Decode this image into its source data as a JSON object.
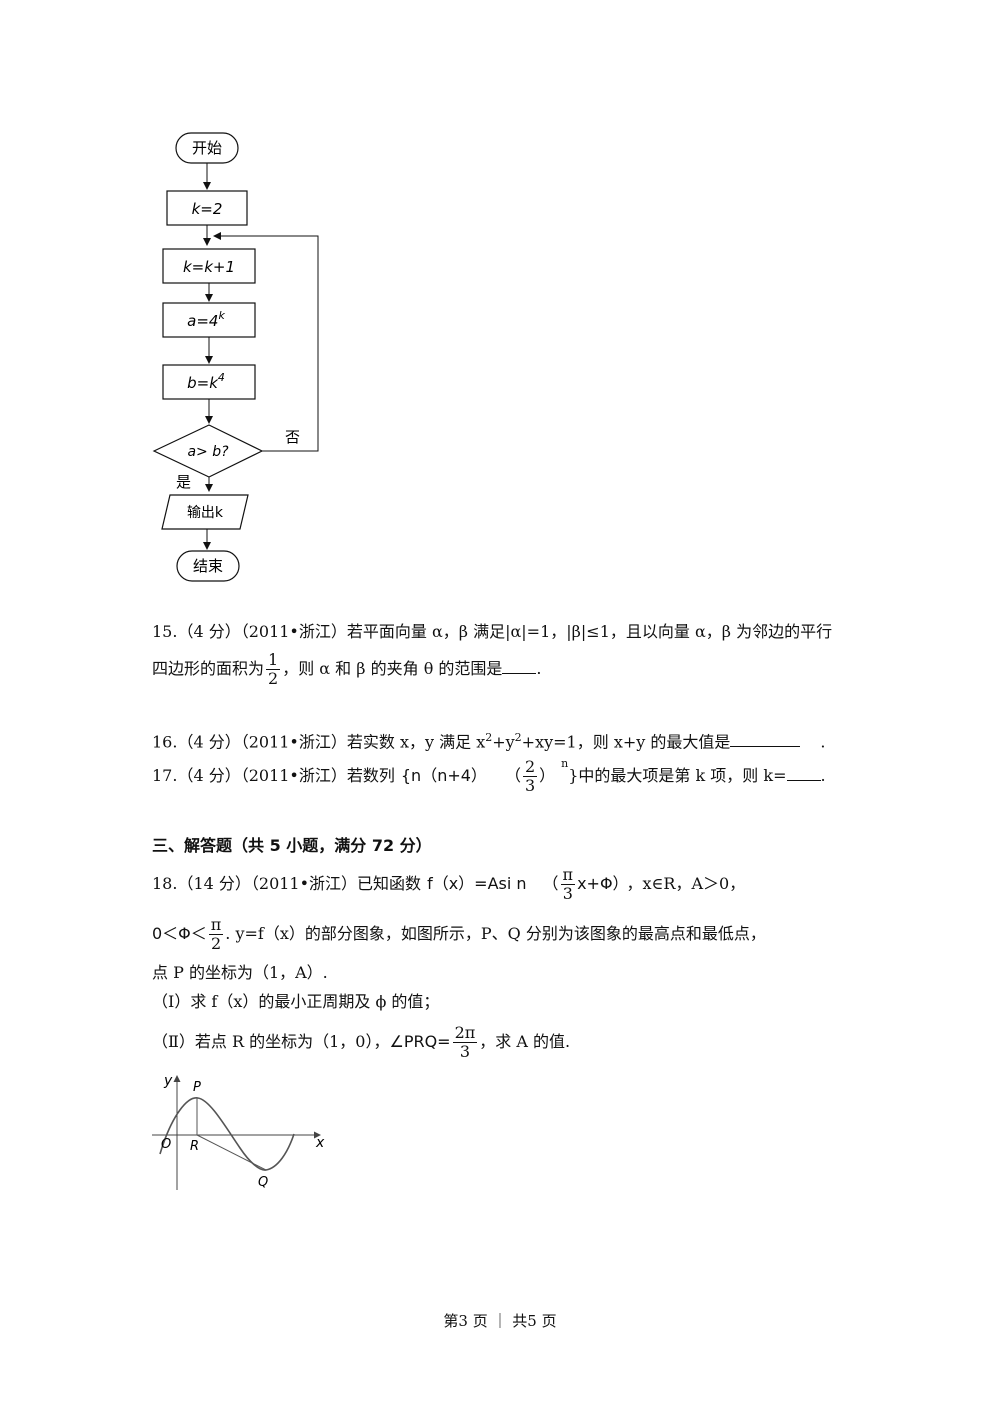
{
  "flowchart": {
    "start": "开始",
    "init": "k=2",
    "inc": "k=k+1",
    "a_base": "a=4",
    "a_exp": "k",
    "b_base": "b=k",
    "b_exp": "4",
    "cond": "a> b?",
    "no": "否",
    "yes": "是",
    "output": "输出k",
    "end": "结束"
  },
  "q15": {
    "line1": "15.（4 分）（2011•浙江）若平面向量 α，β 满足|α|=1，|β|≤1，且以向量 α，β 为邻边的平行",
    "line2_pre": "四边形的面积为",
    "frac_num": "1",
    "frac_den": "2",
    "line2_post": "，则 α 和 β 的夹角 θ 的范围是",
    "end": "."
  },
  "q16": {
    "pre": "16.（4 分）（2011•浙江）若实数 x，y 满足 x",
    "sup1": "2",
    "mid1": "+y",
    "sup2": "2",
    "mid2": "+xy=1，则 x+y 的最大值是",
    "end": "."
  },
  "q17": {
    "pre": "17.（4 分）（2011•浙江）若数列",
    "expr": "{n（n+4）",
    "frac_num": "2",
    "frac_den": "3",
    "exp": "n",
    "post": "}中的最大项是第 k 项，则 k=",
    "end": "."
  },
  "section3": "三、解答题（共 5 小题，满分 72 分）",
  "q18": {
    "line1_pre": "18.（14 分）（2011•浙江）已知函数",
    "func": "f（x）=Asi n",
    "frac_num": "π",
    "frac_den": "3",
    "func_post": "x+Φ）",
    "line1_post": "，x∈R，A＞0，",
    "line2_pre": "0＜Φ＜",
    "l2_frac_num": "π",
    "l2_frac_den": "2",
    "line2_post": ". y=f（x）的部分图象，如图所示，P、Q 分别为该图象的最高点和最低点，",
    "line3": "点 P 的坐标为（1，A）.",
    "line4": "（Ⅰ）求 f（x）的最小正周期及 ϕ 的值；",
    "line5_pre": "（Ⅱ）若点 R 的坐标为（1，0），",
    "angle": "∠PRQ=",
    "l5_frac_num": "2π",
    "l5_frac_den": "3",
    "line5_post": "，求 A 的值."
  },
  "graph": {
    "y": "y",
    "x": "x",
    "o": "O",
    "p": "P",
    "r": "R",
    "q": "Q"
  },
  "footer": "第3 页 ｜ 共5 页"
}
